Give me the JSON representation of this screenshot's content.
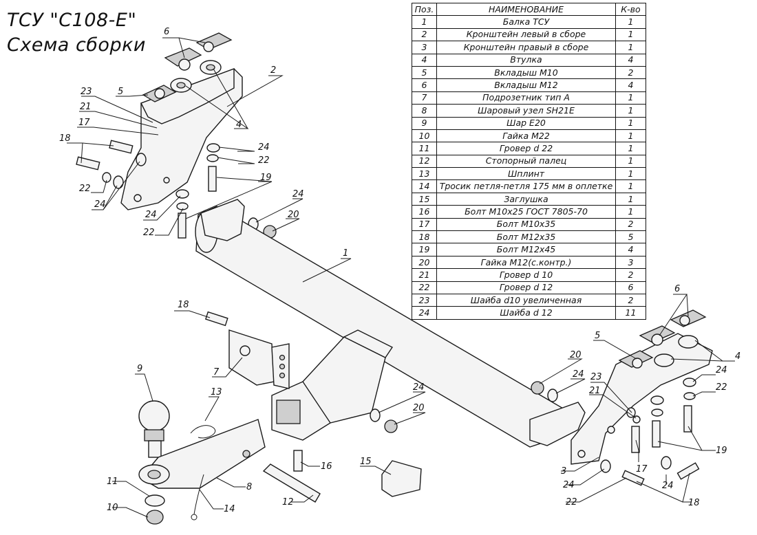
{
  "title": {
    "line1": "ТСУ \"С108-Е\"",
    "line2": "Схема сборки"
  },
  "table": {
    "headers": [
      "Поз.",
      "НАИМЕНОВАНИЕ",
      "К-во"
    ],
    "rows": [
      [
        "1",
        "Балка ТСУ",
        "1"
      ],
      [
        "2",
        "Кронштейн левый в сборе",
        "1"
      ],
      [
        "3",
        "Кронштейн правый в сборе",
        "1"
      ],
      [
        "4",
        "Втулка",
        "4"
      ],
      [
        "5",
        "Вкладыш М10",
        "2"
      ],
      [
        "6",
        "Вкладыш М12",
        "4"
      ],
      [
        "7",
        "Подрозетник тип А",
        "1"
      ],
      [
        "8",
        "Шаровый узел SH21E",
        "1"
      ],
      [
        "9",
        "Шар E20",
        "1"
      ],
      [
        "10",
        "Гайка М22",
        "1"
      ],
      [
        "11",
        "Гровер d 22",
        "1"
      ],
      [
        "12",
        "Стопорный палец",
        "1"
      ],
      [
        "13",
        "Шплинт",
        "1"
      ],
      [
        "14",
        "Тросик петля-петля 175 мм в оплетке",
        "1"
      ],
      [
        "15",
        "Заглушка",
        "1"
      ],
      [
        "16",
        "Болт М10х25 ГОСТ 7805-70",
        "1"
      ],
      [
        "17",
        "Болт М10х35",
        "2"
      ],
      [
        "18",
        "Болт М12х35",
        "5"
      ],
      [
        "19",
        "Болт М12х45",
        "4"
      ],
      [
        "20",
        "Гайка М12(с.контр.)",
        "3"
      ],
      [
        "21",
        "Гровер d 10",
        "2"
      ],
      [
        "22",
        "Гровер d 12",
        "6"
      ],
      [
        "23",
        "Шайба d10 увеличенная",
        "2"
      ],
      [
        "24",
        "Шайба d 12",
        "11"
      ]
    ]
  },
  "callouts": [
    {
      "id": "c6a",
      "text": "6"
    },
    {
      "id": "c2",
      "text": "2"
    },
    {
      "id": "c5a",
      "text": "5"
    },
    {
      "id": "c23a",
      "text": "23"
    },
    {
      "id": "c21a",
      "text": "21"
    },
    {
      "id": "c17a",
      "text": "17"
    },
    {
      "id": "c4a",
      "text": "4"
    },
    {
      "id": "c18a",
      "text": "18"
    },
    {
      "id": "c24a",
      "text": "24"
    },
    {
      "id": "c22a",
      "text": "22"
    },
    {
      "id": "c22b",
      "text": "22"
    },
    {
      "id": "c24b",
      "text": "24"
    },
    {
      "id": "c19a",
      "text": "19"
    },
    {
      "id": "c24c",
      "text": "24"
    },
    {
      "id": "c22c",
      "text": "22"
    },
    {
      "id": "c24d",
      "text": "24"
    },
    {
      "id": "c20a",
      "text": "20"
    },
    {
      "id": "c1",
      "text": "1"
    },
    {
      "id": "c18b",
      "text": "18"
    },
    {
      "id": "c7",
      "text": "7"
    },
    {
      "id": "c9",
      "text": "9"
    },
    {
      "id": "c13",
      "text": "13"
    },
    {
      "id": "c24e",
      "text": "24"
    },
    {
      "id": "c20b",
      "text": "20"
    },
    {
      "id": "c20c",
      "text": "20"
    },
    {
      "id": "c24f",
      "text": "24"
    },
    {
      "id": "c23b",
      "text": "23"
    },
    {
      "id": "c21b",
      "text": "21"
    },
    {
      "id": "c5b",
      "text": "5"
    },
    {
      "id": "c6b",
      "text": "6"
    },
    {
      "id": "c4b",
      "text": "4"
    },
    {
      "id": "c24g",
      "text": "24"
    },
    {
      "id": "c22d",
      "text": "22"
    },
    {
      "id": "c19b",
      "text": "19"
    },
    {
      "id": "c17b",
      "text": "17"
    },
    {
      "id": "c3",
      "text": "3"
    },
    {
      "id": "c24h",
      "text": "24"
    },
    {
      "id": "c22e",
      "text": "22"
    },
    {
      "id": "c24i",
      "text": "24"
    },
    {
      "id": "c18c",
      "text": "18"
    },
    {
      "id": "c16",
      "text": "16"
    },
    {
      "id": "c15",
      "text": "15"
    },
    {
      "id": "c8",
      "text": "8"
    },
    {
      "id": "c12",
      "text": "12"
    },
    {
      "id": "c11",
      "text": "11"
    },
    {
      "id": "c10",
      "text": "10"
    },
    {
      "id": "c14",
      "text": "14"
    }
  ]
}
